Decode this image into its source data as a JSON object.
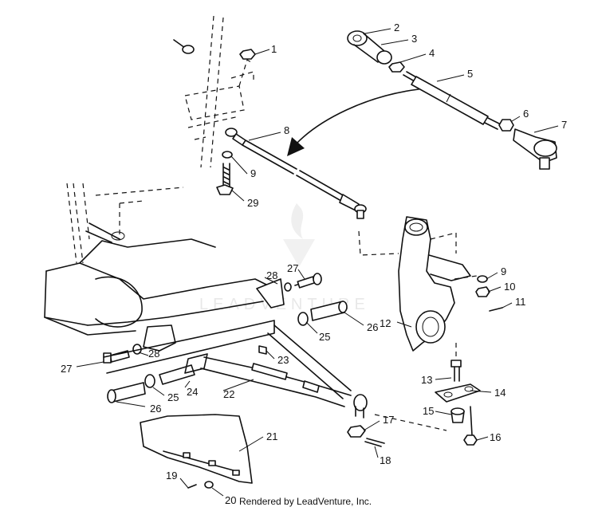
{
  "diagram": {
    "callouts": {
      "c1": "1",
      "c2": "2",
      "c3": "3",
      "c4": "4",
      "c5": "5",
      "c6": "6",
      "c7": "7",
      "c8": "8",
      "c9a": "9",
      "c29": "29",
      "c9b": "9",
      "c10": "10",
      "c11": "11",
      "c12": "12",
      "c13": "13",
      "c14": "14",
      "c15": "15",
      "c16": "16",
      "c17": "17",
      "c18": "18",
      "c19": "19",
      "c20": "20",
      "c21": "21",
      "c22": "22",
      "c23": "23",
      "c24": "24",
      "c25a": "25",
      "c25b": "25",
      "c26a": "26",
      "c26b": "26",
      "c27a": "27",
      "c27b": "27",
      "c28a": "28",
      "c28b": "28"
    },
    "watermark_text": "LEADVENTURE"
  },
  "footer": {
    "credit": "Rendered by LeadVenture, Inc."
  }
}
